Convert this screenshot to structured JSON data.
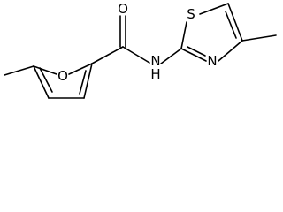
{
  "molecule": {
    "atoms": {
      "carbonyl_oxygen": "O",
      "furan_oxygen": "O",
      "amide_nitrogen": "N",
      "amide_hydrogen": "H",
      "thiazole_sulfur": "S",
      "thiazole_nitrogen": "N"
    }
  }
}
